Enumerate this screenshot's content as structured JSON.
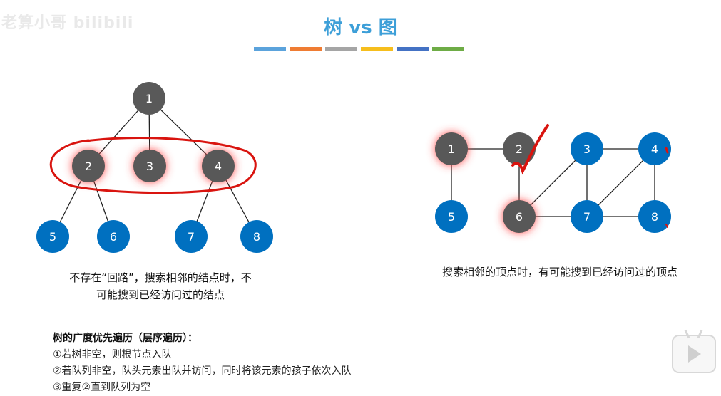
{
  "watermark": "老算小哥 bilibili",
  "title": "树 vs 图",
  "color_bar": [
    "#5ba3dc",
    "#ef7c33",
    "#a5a5a5",
    "#f6be1d",
    "#4472c4",
    "#6eac46"
  ],
  "tree": {
    "nodes": [
      {
        "id": "1",
        "color": "#595959",
        "glow": false
      },
      {
        "id": "2",
        "color": "#595959",
        "glow": true
      },
      {
        "id": "3",
        "color": "#595959",
        "glow": true
      },
      {
        "id": "4",
        "color": "#595959",
        "glow": true
      },
      {
        "id": "5",
        "color": "#0070c0",
        "glow": false
      },
      {
        "id": "6",
        "color": "#0070c0",
        "glow": false
      },
      {
        "id": "7",
        "color": "#0070c0",
        "glow": false
      },
      {
        "id": "8",
        "color": "#0070c0",
        "glow": false
      }
    ],
    "edges": [
      [
        "1",
        "2"
      ],
      [
        "1",
        "3"
      ],
      [
        "1",
        "4"
      ],
      [
        "2",
        "5"
      ],
      [
        "2",
        "6"
      ],
      [
        "4",
        "7"
      ],
      [
        "4",
        "8"
      ]
    ],
    "caption_line1": "不存在“回路”，搜索相邻的结点时，不",
    "caption_line2": "可能搜到已经访问过的结点"
  },
  "graph": {
    "nodes": [
      {
        "id": "1",
        "color": "#595959",
        "glow": true
      },
      {
        "id": "2",
        "color": "#595959",
        "glow": false
      },
      {
        "id": "3",
        "color": "#0070c0",
        "glow": false
      },
      {
        "id": "4",
        "color": "#0070c0",
        "glow": false
      },
      {
        "id": "5",
        "color": "#0070c0",
        "glow": false
      },
      {
        "id": "6",
        "color": "#595959",
        "glow": true
      },
      {
        "id": "7",
        "color": "#0070c0",
        "glow": false
      },
      {
        "id": "8",
        "color": "#0070c0",
        "glow": false
      }
    ],
    "edges": [
      [
        "1",
        "2"
      ],
      [
        "1",
        "5"
      ],
      [
        "2",
        "6"
      ],
      [
        "6",
        "3"
      ],
      [
        "6",
        "7"
      ],
      [
        "3",
        "7"
      ],
      [
        "3",
        "4"
      ],
      [
        "4",
        "7"
      ],
      [
        "4",
        "8"
      ],
      [
        "7",
        "8"
      ]
    ],
    "caption": "搜索相邻的顶点时，有可能搜到已经访问过的顶点"
  },
  "bfs": {
    "heading": "树的广度优先遍历（层序遍历）：",
    "steps": [
      "①若树非空，则根节点入队",
      "②若队列非空，队头元素出队并访问，同时将该元素的孩子依次入队",
      "③重复②直到队列为空"
    ]
  },
  "annotation_color": "#d9140f",
  "node_text_color": "#ffffff",
  "edge_color": "#222222"
}
